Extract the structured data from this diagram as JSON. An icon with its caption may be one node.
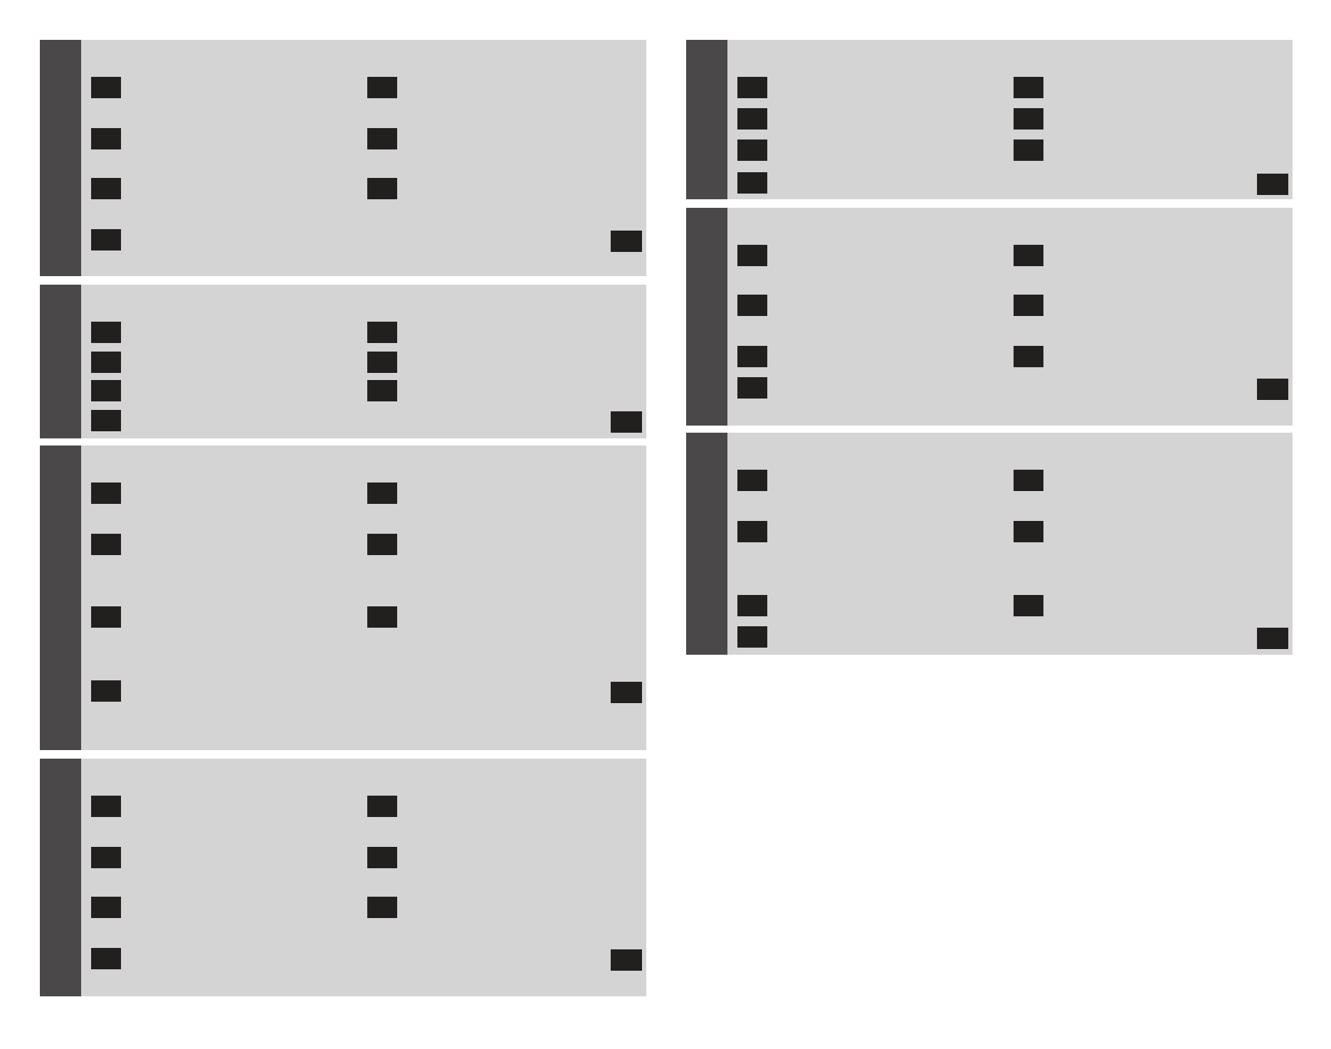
{
  "diagram": {
    "nodes": [
      {
        "text": [],
        "shape": "box"
      },
      {
        "text": [],
        "shape": "box",
        "in": 0
      },
      {
        "text": [],
        "shape": "box",
        "in": 0
      },
      {
        "text": [],
        "shape": "box",
        "in": 0
      },
      {
        "text": [],
        "shape": "box",
        "in": 0
      },
      {
        "text": [],
        "shape": "box",
        "in": 0
      },
      {
        "text": [],
        "shape": "box",
        "in": 0
      },
      {
        "text": [],
        "shape": "box",
        "in": 0
      },
      {
        "text": [],
        "shape": "box",
        "in": 0
      },
      {
        "text": [],
        "shape": "box"
      },
      {
        "text": [],
        "shape": "box",
        "in": 9
      },
      {
        "text": [],
        "shape": "box",
        "in": 9
      },
      {
        "text": [],
        "shape": "box",
        "in": 9
      },
      {
        "text": [],
        "shape": "box",
        "in": 9
      },
      {
        "text": [],
        "shape": "box",
        "in": 9
      },
      {
        "text": [],
        "shape": "box",
        "in": 9
      },
      {
        "text": [],
        "shape": "box",
        "in": 9
      },
      {
        "text": [],
        "shape": "box",
        "in": 9
      },
      {
        "text": [],
        "shape": "box"
      },
      {
        "text": [],
        "shape": "box",
        "in": 18
      },
      {
        "text": [],
        "shape": "box",
        "in": 18
      },
      {
        "text": [],
        "shape": "box",
        "in": 18
      },
      {
        "text": [],
        "shape": "box",
        "in": 18
      },
      {
        "text": [],
        "shape": "box",
        "in": 18
      },
      {
        "text": [],
        "shape": "box",
        "in": 18
      },
      {
        "text": [],
        "shape": "box",
        "in": 18
      },
      {
        "text": [],
        "shape": "box",
        "in": 18
      },
      {
        "text": [],
        "shape": "box"
      },
      {
        "text": [],
        "shape": "box",
        "in": 27
      },
      {
        "text": [],
        "shape": "box",
        "in": 27
      },
      {
        "text": [],
        "shape": "box",
        "in": 27
      },
      {
        "text": [],
        "shape": "box",
        "in": 27
      },
      {
        "text": [],
        "shape": "box",
        "in": 27
      },
      {
        "text": [],
        "shape": "box",
        "in": 27
      },
      {
        "text": [],
        "shape": "box",
        "in": 27
      },
      {
        "text": [],
        "shape": "box",
        "in": 27
      },
      {
        "text": [],
        "shape": "box"
      },
      {
        "text": [],
        "shape": "box",
        "in": 36
      },
      {
        "text": [],
        "shape": "box",
        "in": 36
      },
      {
        "text": [],
        "shape": "box",
        "in": 36
      },
      {
        "text": [],
        "shape": "box",
        "in": 36
      },
      {
        "text": [],
        "shape": "box",
        "in": 36
      },
      {
        "text": [],
        "shape": "box",
        "in": 36
      },
      {
        "text": [],
        "shape": "box",
        "in": 36
      },
      {
        "text": [],
        "shape": "box",
        "in": 36
      },
      {
        "text": [],
        "shape": "box"
      },
      {
        "text": [],
        "shape": "box",
        "in": 45
      },
      {
        "text": [],
        "shape": "box",
        "in": 45
      },
      {
        "text": [],
        "shape": "box",
        "in": 45
      },
      {
        "text": [],
        "shape": "box",
        "in": 45
      },
      {
        "text": [],
        "shape": "box",
        "in": 45
      },
      {
        "text": [],
        "shape": "box",
        "in": 45
      },
      {
        "text": [],
        "shape": "box",
        "in": 45
      },
      {
        "text": [],
        "shape": "box",
        "in": 45
      },
      {
        "text": [],
        "shape": "box"
      },
      {
        "text": [],
        "shape": "box",
        "in": 54
      },
      {
        "text": [],
        "shape": "box",
        "in": 54
      },
      {
        "text": [],
        "shape": "box",
        "in": 54
      },
      {
        "text": [],
        "shape": "box",
        "in": 54
      },
      {
        "text": [],
        "shape": "box",
        "in": 54
      },
      {
        "text": [],
        "shape": "box",
        "in": 54
      },
      {
        "text": [],
        "shape": "box",
        "in": 54
      },
      {
        "text": [],
        "shape": "box",
        "in": 54
      }
    ]
  }
}
